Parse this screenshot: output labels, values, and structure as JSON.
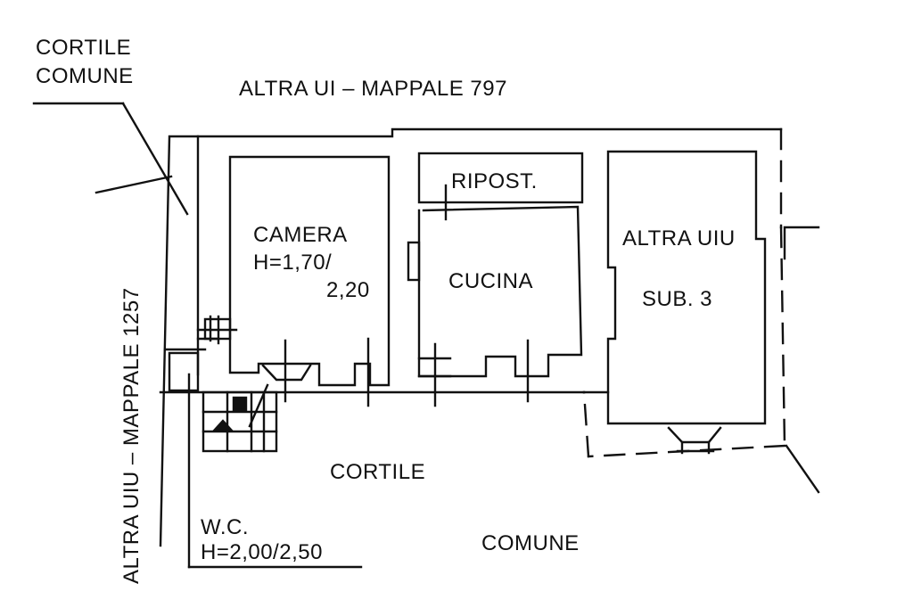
{
  "labels": {
    "cortile_comune_top_1": "CORTILE",
    "cortile_comune_top_2": "COMUNE",
    "altra_ui_mappale": "ALTRA UI  –   MAPPALE 797",
    "camera": "CAMERA",
    "camera_h1": "H=1,70/",
    "camera_h2": "2,20",
    "ripost": "RIPOST.",
    "cucina": "CUCINA",
    "altra_uiu": "ALTRA UIU",
    "sub3": "SUB. 3",
    "cortile": "CORTILE",
    "comune": "COMUNE",
    "wc": "W.C.",
    "wc_h": "H=2,00/2,50",
    "left_vertical": "ALTRA UIU  –  MAPPALE 1257"
  },
  "colors": {
    "ink": "#111111",
    "paper": "#ffffff"
  }
}
